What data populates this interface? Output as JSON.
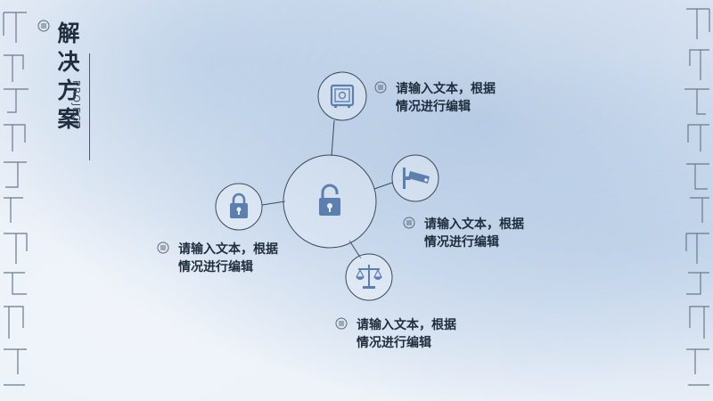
{
  "slide": {
    "title_chars": [
      "解",
      "决",
      "方",
      "案"
    ],
    "subtitle": "PROJECT"
  },
  "items": [
    {
      "id": "safe",
      "icon": "safe-icon",
      "text_line1": "请输入文本，根据",
      "text_line2": "情况进行编辑"
    },
    {
      "id": "camera",
      "icon": "security-camera-icon",
      "text_line1": "请输入文本，根据",
      "text_line2": "情况进行编辑"
    },
    {
      "id": "lock",
      "icon": "padlock-icon",
      "text_line1": "请输入文本，根据",
      "text_line2": "情况进行编辑"
    },
    {
      "id": "scales",
      "icon": "balance-scale-icon",
      "text_line1": "请输入文本，根据",
      "text_line2": "情况进行编辑"
    }
  ],
  "center": {
    "icon": "unlocked-padlock-icon"
  },
  "colors": {
    "accent": "#5d7fb0",
    "text": "#1f2d3d",
    "line": "#3a4a5c"
  }
}
